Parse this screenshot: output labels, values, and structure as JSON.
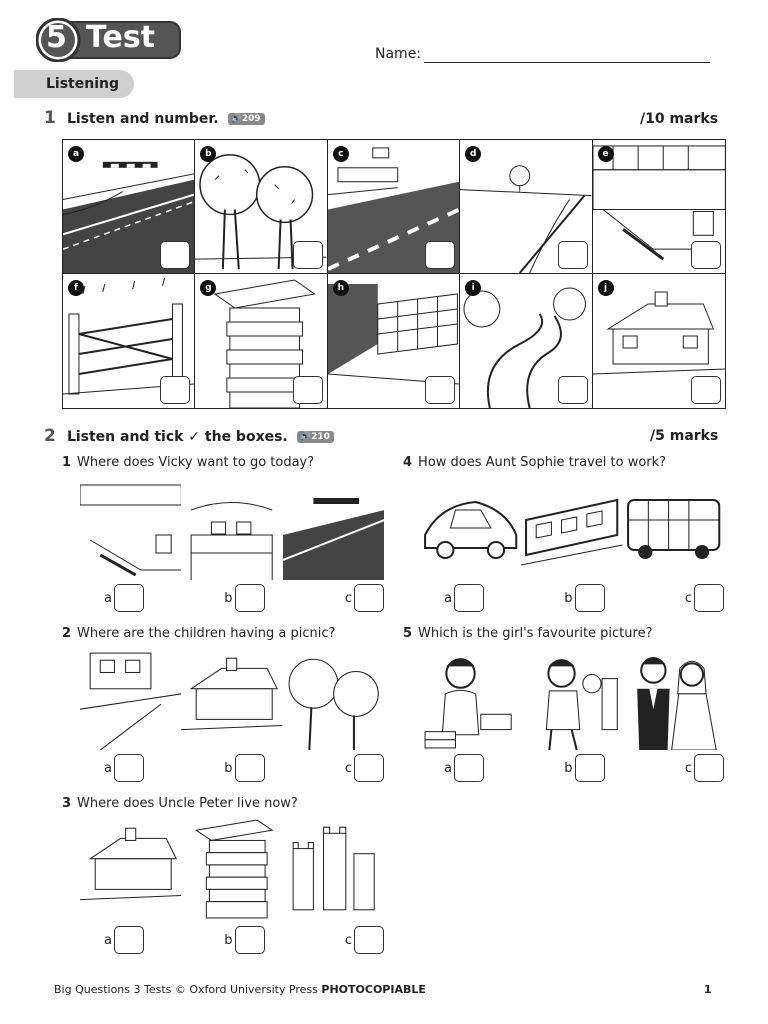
{
  "header": {
    "unit_number": "5",
    "title": "Test",
    "name_label": "Name:",
    "section": "Listening"
  },
  "exercise1": {
    "number": "1",
    "instruction": "Listen and number.",
    "audio_track": "209",
    "marks": "/10 marks",
    "pictures": [
      {
        "letter": "a"
      },
      {
        "letter": "b"
      },
      {
        "letter": "c"
      },
      {
        "letter": "d"
      },
      {
        "letter": "e"
      },
      {
        "letter": "f"
      },
      {
        "letter": "g"
      },
      {
        "letter": "h"
      },
      {
        "letter": "i"
      },
      {
        "letter": "j"
      }
    ]
  },
  "exercise2": {
    "number": "2",
    "instruction": "Listen and tick ✓ the boxes.",
    "audio_track": "210",
    "marks": "/5 marks",
    "questions": [
      {
        "number": "1",
        "text": "Where does Vicky want to go today?",
        "options": [
          "a",
          "b",
          "c"
        ]
      },
      {
        "number": "2",
        "text": "Where are the children having a picnic?",
        "options": [
          "a",
          "b",
          "c"
        ]
      },
      {
        "number": "3",
        "text": "Where does Uncle Peter live now?",
        "options": [
          "a",
          "b",
          "c"
        ]
      },
      {
        "number": "4",
        "text": "How does Aunt Sophie travel to work?",
        "options": [
          "a",
          "b",
          "c"
        ]
      },
      {
        "number": "5",
        "text": "Which is the girl's favourite picture?",
        "options": [
          "a",
          "b",
          "c"
        ]
      }
    ]
  },
  "footer": {
    "credit": "Big Questions 3 Tests © Oxford University Press",
    "photocopiable": "PHOTOCOPIABLE",
    "page_number": "1"
  }
}
